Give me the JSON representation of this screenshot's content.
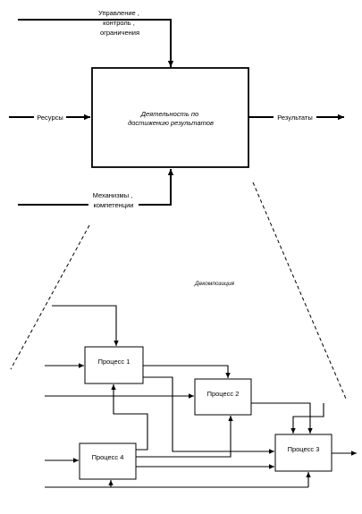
{
  "top": {
    "controls_label": [
      "Управление ,",
      "контроль ,",
      "ограничения"
    ],
    "resources_label": "Ресурсы",
    "results_label": "Результаты",
    "mechanisms_label": [
      "Механизмы ,",
      "компетенции"
    ],
    "activity_label": [
      "Деятельность по",
      "достижению результатов"
    ]
  },
  "decomposition_label": "Декомпозиция",
  "processes": {
    "p1": "Процесс 1",
    "p2": "Процесс 2",
    "p3": "Процесс 3",
    "p4": "Процесс 4"
  }
}
